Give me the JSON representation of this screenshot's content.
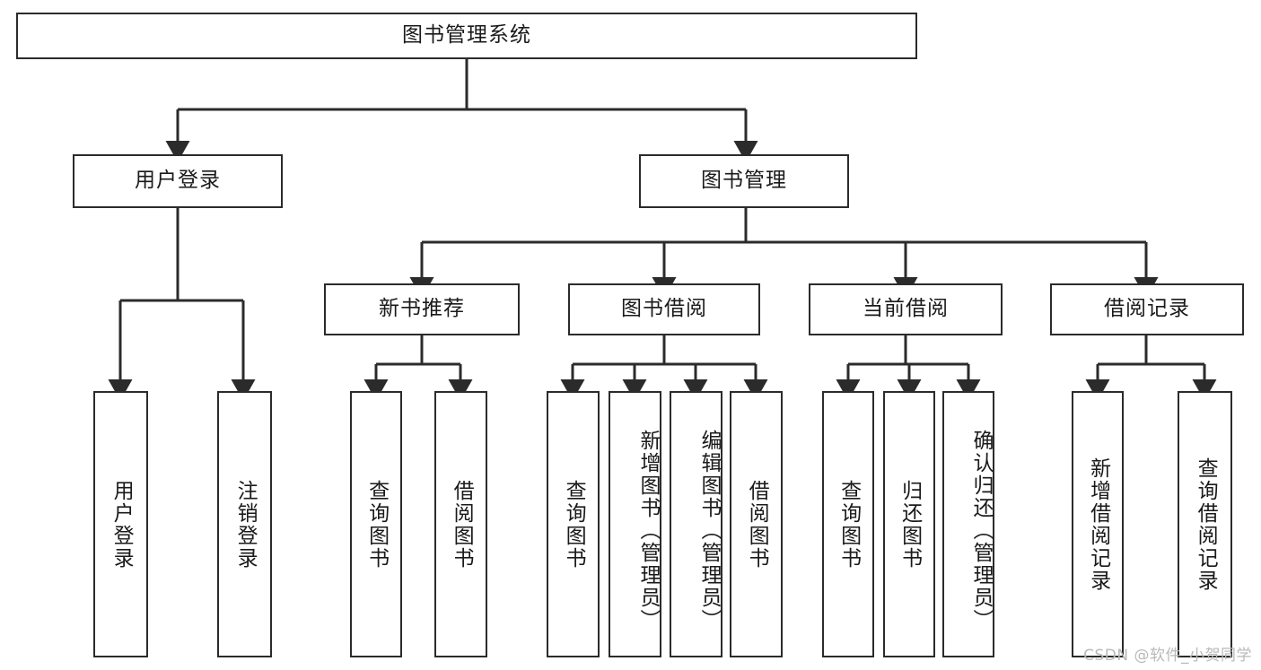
{
  "title": "图书管理系统功能结构图",
  "colors": {
    "stroke": "#2b2b2b",
    "box_fill": "#ffffff",
    "text": "#1a1a1a",
    "watermark": "#b9b9b9",
    "background": "#ffffff"
  },
  "watermark": {
    "text": "CSDN @软件_小贺同学"
  },
  "chart_data": {
    "type": "diagram",
    "diagram_kind": "tree-hierarchy",
    "orientation": "top-down",
    "title": "图书管理系统",
    "levels": 4,
    "node_count": 18,
    "nodes": [
      {
        "id": "root",
        "label": "图书管理系统",
        "level": 0,
        "parent": null,
        "orientation": "horizontal"
      },
      {
        "id": "login",
        "label": "用户登录",
        "level": 1,
        "parent": "root",
        "orientation": "horizontal"
      },
      {
        "id": "bookmgmt",
        "label": "图书管理",
        "level": 1,
        "parent": "root",
        "orientation": "horizontal"
      },
      {
        "id": "newbook",
        "label": "新书推荐",
        "level": 2,
        "parent": "bookmgmt",
        "orientation": "horizontal"
      },
      {
        "id": "borrow",
        "label": "图书借阅",
        "level": 2,
        "parent": "bookmgmt",
        "orientation": "horizontal"
      },
      {
        "id": "current",
        "label": "当前借阅",
        "level": 2,
        "parent": "bookmgmt",
        "orientation": "horizontal"
      },
      {
        "id": "records",
        "label": "借阅记录",
        "level": 2,
        "parent": "bookmgmt",
        "orientation": "horizontal"
      },
      {
        "id": "login-1",
        "label": "用户登录",
        "level": 3,
        "parent": "login",
        "orientation": "vertical"
      },
      {
        "id": "login-2",
        "label": "注销登录",
        "level": 3,
        "parent": "login",
        "orientation": "vertical"
      },
      {
        "id": "newbook-1",
        "label": "查询图书",
        "level": 3,
        "parent": "newbook",
        "orientation": "vertical"
      },
      {
        "id": "newbook-2",
        "label": "借阅图书",
        "level": 3,
        "parent": "newbook",
        "orientation": "vertical"
      },
      {
        "id": "borrow-1",
        "label": "查询图书",
        "level": 3,
        "parent": "borrow",
        "orientation": "vertical"
      },
      {
        "id": "borrow-2",
        "label": "新增图书（管理员）",
        "level": 3,
        "parent": "borrow",
        "orientation": "vertical"
      },
      {
        "id": "borrow-3",
        "label": "编辑图书（管理员）",
        "level": 3,
        "parent": "borrow",
        "orientation": "vertical"
      },
      {
        "id": "borrow-4",
        "label": "借阅图书",
        "level": 3,
        "parent": "borrow",
        "orientation": "vertical"
      },
      {
        "id": "current-1",
        "label": "查询图书",
        "level": 3,
        "parent": "current",
        "orientation": "vertical"
      },
      {
        "id": "current-2",
        "label": "归还图书",
        "level": 3,
        "parent": "current",
        "orientation": "vertical"
      },
      {
        "id": "current-3",
        "label": "确认归还（管理员）",
        "level": 3,
        "parent": "current",
        "orientation": "vertical"
      },
      {
        "id": "records-1",
        "label": "新增借阅记录",
        "level": 3,
        "parent": "records",
        "orientation": "vertical"
      },
      {
        "id": "records-2",
        "label": "查询借阅记录",
        "level": 3,
        "parent": "records",
        "orientation": "vertical"
      }
    ],
    "groups": [
      {
        "parent": "root",
        "children": [
          "用户登录",
          "图书管理"
        ]
      },
      {
        "parent": "用户登录",
        "children": [
          "用户登录",
          "注销登录"
        ]
      },
      {
        "parent": "图书管理",
        "children": [
          "新书推荐",
          "图书借阅",
          "当前借阅",
          "借阅记录"
        ]
      },
      {
        "parent": "新书推荐",
        "children": [
          "查询图书",
          "借阅图书"
        ]
      },
      {
        "parent": "图书借阅",
        "children": [
          "查询图书",
          "新增图书（管理员）",
          "编辑图书（管理员）",
          "借阅图书"
        ]
      },
      {
        "parent": "当前借阅",
        "children": [
          "查询图书",
          "归还图书",
          "确认归还（管理员）"
        ]
      },
      {
        "parent": "借阅记录",
        "children": [
          "新增借阅记录",
          "查询借阅记录"
        ]
      }
    ]
  }
}
